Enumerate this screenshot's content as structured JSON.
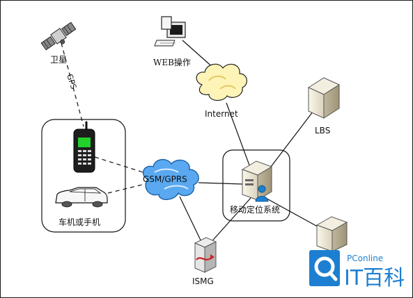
{
  "labels": {
    "satellite": "卫星",
    "gps": "GPS",
    "web": "WEB操作",
    "internet": "Internet",
    "lbs": "LBS",
    "gsm": "GSM/GPRS",
    "vehicle_or_phone": "车机或手机",
    "location_system": "移动定位系统",
    "ismg": "ISMG"
  },
  "watermark": {
    "brand": "PConline",
    "logo_text": "IT百科"
  },
  "colors": {
    "line": "#111111",
    "accent_blue": "#1d7fd1",
    "cloud_yellow": "#fff4b8",
    "cloud_blue": "#5aa9f0",
    "phone_screen": "#22d12c",
    "server_red": "#cc2222"
  }
}
